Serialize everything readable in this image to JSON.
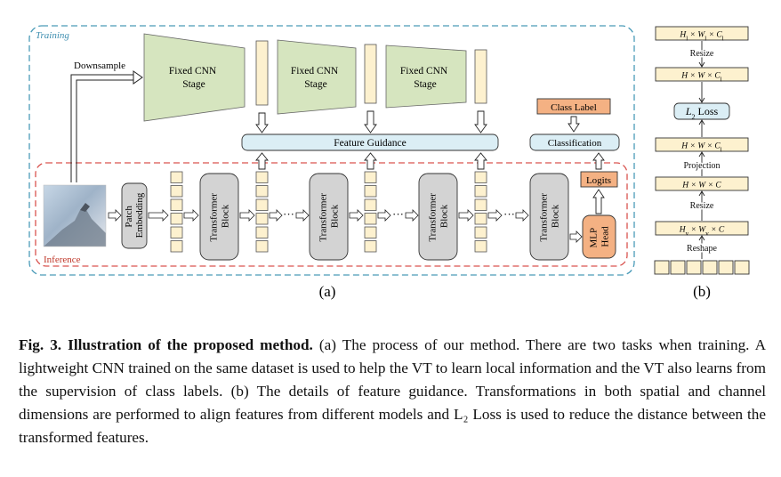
{
  "diagram_a": {
    "training_label": "Training",
    "inference_label": "Inference",
    "downsample_label": "Downsample",
    "cnn_stages": [
      "Fixed CNN\nStage",
      "Fixed CNN\nStage",
      "Fixed CNN\nStage"
    ],
    "feature_guidance": "Feature Guidance",
    "class_label": "Class Label",
    "classification": "Classification",
    "logits": "Logits",
    "patch_embedding": "Patch\nEmbedding",
    "transformer_block": "Transformer\nBlock",
    "mlp_head": "MLP\nHead",
    "dots": "···",
    "subfig_label": "(a)",
    "colors": {
      "training_border": "#4a9bb8",
      "inference_border": "#d9534f",
      "cnn_fill": "#d6e5bf",
      "token_fill": "#fdf1cf",
      "guidance_fill": "#dbeef5",
      "class_label_fill": "#f4b183",
      "block_fill": "#d3d3d3"
    }
  },
  "diagram_b": {
    "boxes": [
      "H_l × W_l × C_l",
      "H × W × C_l",
      "L2 Loss",
      "H × W × C_l",
      "H × W × C",
      "H_v × W_v × C"
    ],
    "labels": [
      "Resize",
      "Projection",
      "Resize",
      "Reshape"
    ],
    "subfig_label": "(b)"
  },
  "caption": {
    "lead": "Fig. 3. Illustration of the proposed method.",
    "body": " (a) The process of our method. There are two tasks when training. A lightweight CNN trained on the same dataset is used to help the VT to learn local information and the VT also learns from the supervision of class labels. (b) The details of feature guidance. Transformations in both spatial and channel dimensions are performed to align features from different models and L₂ Loss is used to reduce the distance between the transformed features."
  }
}
